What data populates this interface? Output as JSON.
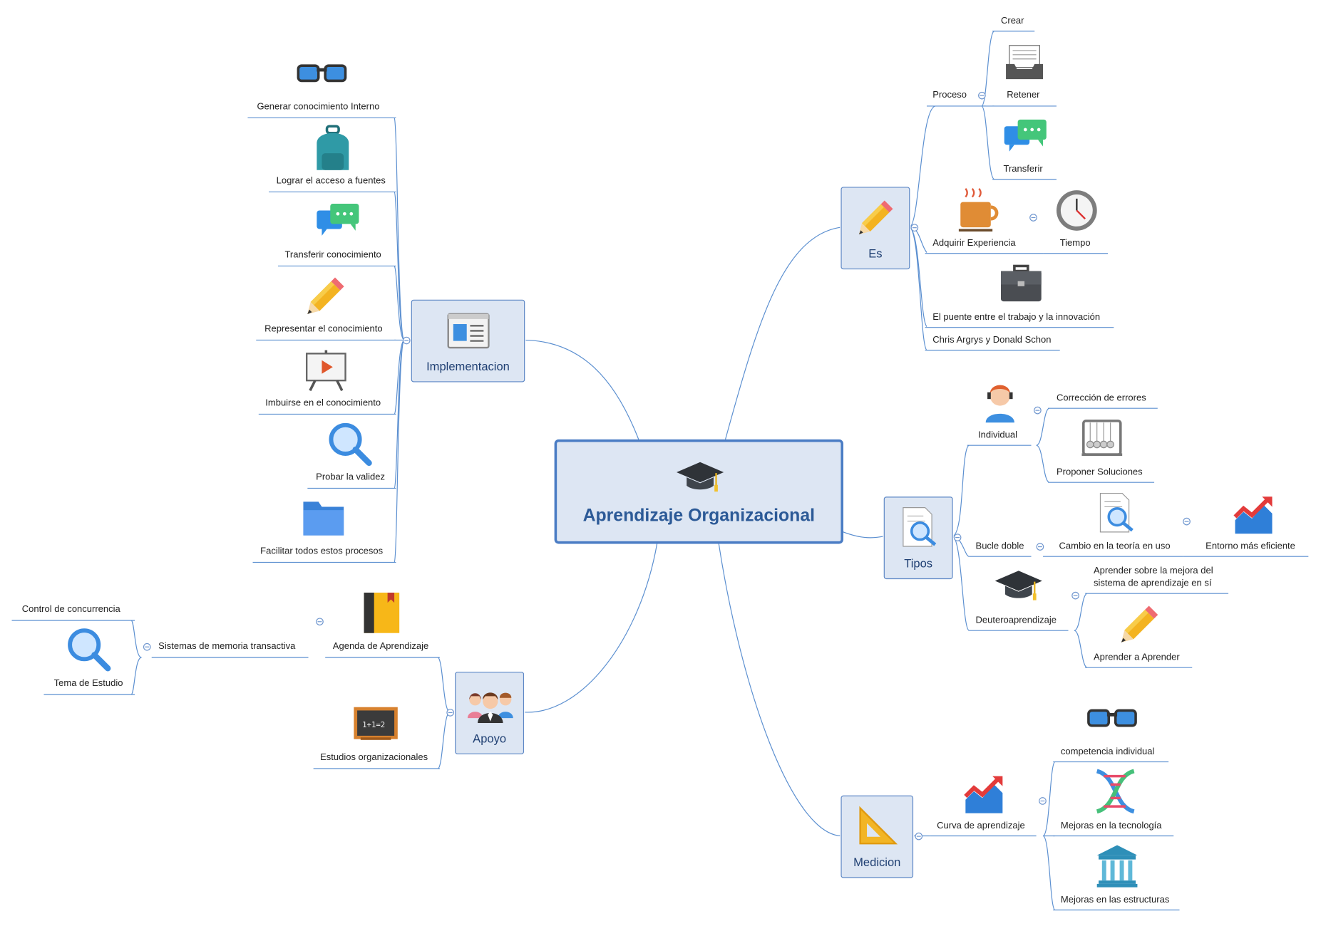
{
  "center": {
    "label": "Aprendizaje Organizacional",
    "icon": "graduation-cap-icon"
  },
  "branches": {
    "es": {
      "label": "Es",
      "icon": "pencil-icon",
      "proceso": {
        "label": "Proceso",
        "children": [
          "Crear",
          "Retener",
          "Transferir"
        ]
      },
      "adquirir": {
        "label": "Adquirir Experiencia",
        "child": "Tiempo"
      },
      "puente": "El puente entre el trabajo y la innovación",
      "chris": "Chris Argrys y Donald Schon"
    },
    "tipos": {
      "label": "Tipos",
      "icon": "search-document-icon",
      "individual": {
        "label": "Individual",
        "children": [
          "Corrección de errores",
          "Proponer Soluciones"
        ]
      },
      "bucle": {
        "label": "Bucle doble",
        "child": "Cambio en la teoría en uso",
        "grandchild": "Entorno más eficiente"
      },
      "deutero": {
        "label": "Deuteroaprendizaje",
        "children": [
          "Aprender sobre la mejora del sistema de aprendizaje en sí",
          "Aprender a Aprender"
        ]
      },
      "deutero_child_lines": [
        "Aprender sobre la mejora del",
        "sistema de aprendizaje en sí"
      ]
    },
    "medicion": {
      "label": "Medicion",
      "icon": "set-square-icon",
      "curva": {
        "label": "Curva de aprendizaje",
        "children": [
          "competencia individual",
          "Mejoras en la tecnología",
          "Mejoras en las estructuras"
        ]
      }
    },
    "implementacion": {
      "label": "Implementacion",
      "icon": "dashboard-icon",
      "items": [
        "Generar conocimiento Interno",
        "Lograr el acceso a fuentes",
        "Transferir conocimiento",
        "Representar el conocimiento",
        "Imbuirse en el conocimiento",
        "Probar la validez",
        "Facilitar todos estos procesos"
      ]
    },
    "apoyo": {
      "label": "Apoyo",
      "icon": "team-icon",
      "agenda": {
        "label": "Agenda de Aprendizaje",
        "child": "Sistemas de memoria transactiva",
        "grandchildren": [
          "Control de concurrencia",
          "Tema de Estudio"
        ]
      },
      "estudios": "Estudios organizacionales"
    }
  },
  "colors": {
    "line": "#5b8fd0",
    "box_fill": "#dde6f3",
    "box_border": "#5b86c5",
    "title": "#2c5a97"
  }
}
